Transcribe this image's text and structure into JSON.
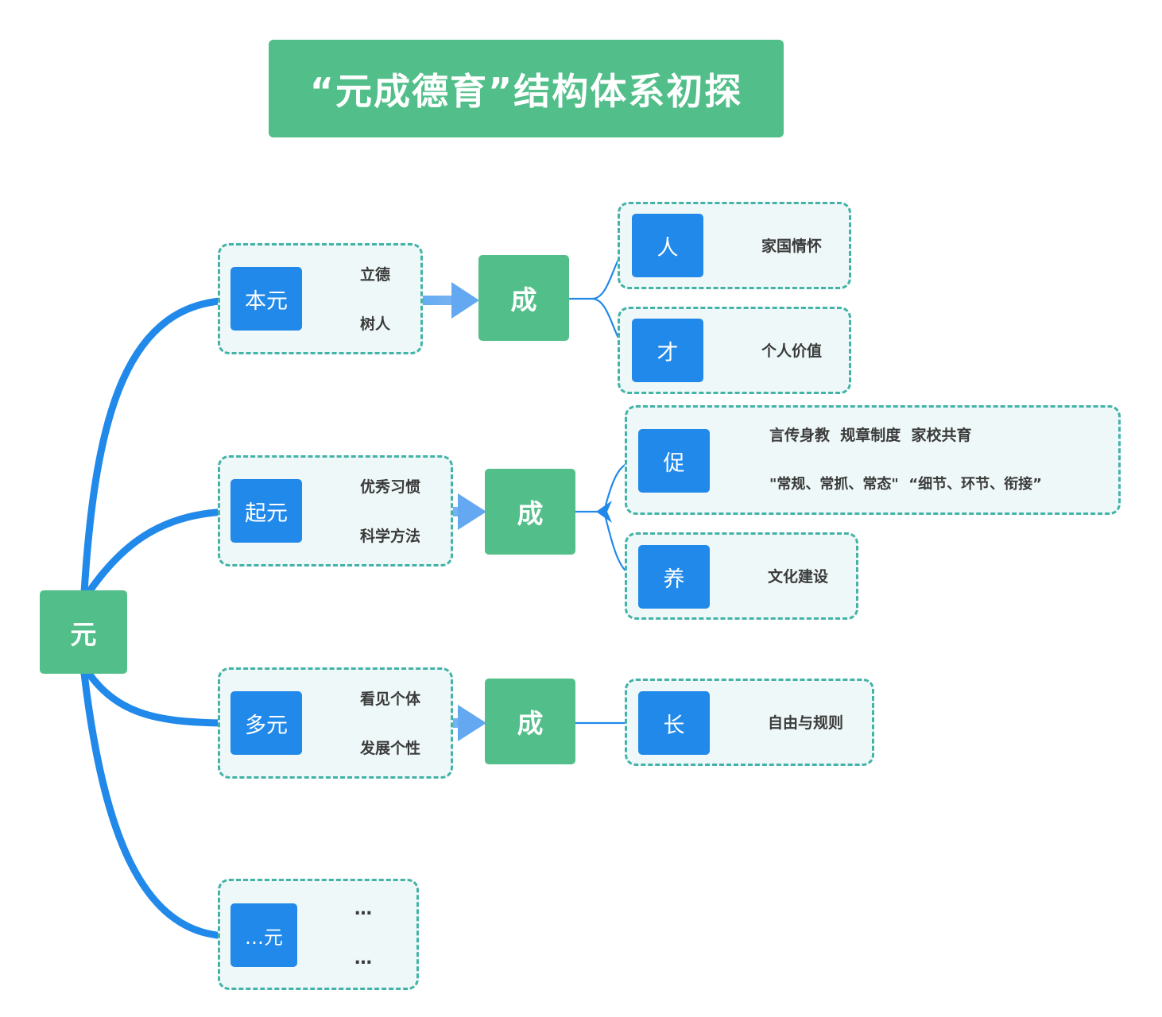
{
  "title": "“元成德育”结构体系初探",
  "root": {
    "label": "元"
  },
  "branches": [
    {
      "label": "本元",
      "items": [
        "立德",
        "树人"
      ]
    },
    {
      "label": "起元",
      "items": [
        "优秀习惯",
        "科学方法"
      ]
    },
    {
      "label": "多元",
      "items": [
        "看见个体",
        "发展个性"
      ]
    },
    {
      "label": "…元",
      "items": [
        "…",
        "…"
      ]
    }
  ],
  "outcomes": [
    {
      "label": "成",
      "children": [
        {
          "label": "人",
          "text": "家国情怀"
        },
        {
          "label": "才",
          "text": "个人价值"
        }
      ]
    },
    {
      "label": "成",
      "children": [
        {
          "label": "促",
          "lines": [
            "言传身教  规章制度  家校共育",
            "\"常规、常抓、常态\"  “细节、环节、衔接”"
          ]
        },
        {
          "label": "养",
          "text": "文化建设"
        }
      ]
    },
    {
      "label": "成",
      "children": [
        {
          "label": "长",
          "text": "自由与规则"
        }
      ]
    }
  ],
  "colors": {
    "green": "#52bf8a",
    "blue": "#2189ea",
    "arrow": "#63a8f0",
    "dash": "#42b3a6",
    "panel": "#eff8f8"
  }
}
